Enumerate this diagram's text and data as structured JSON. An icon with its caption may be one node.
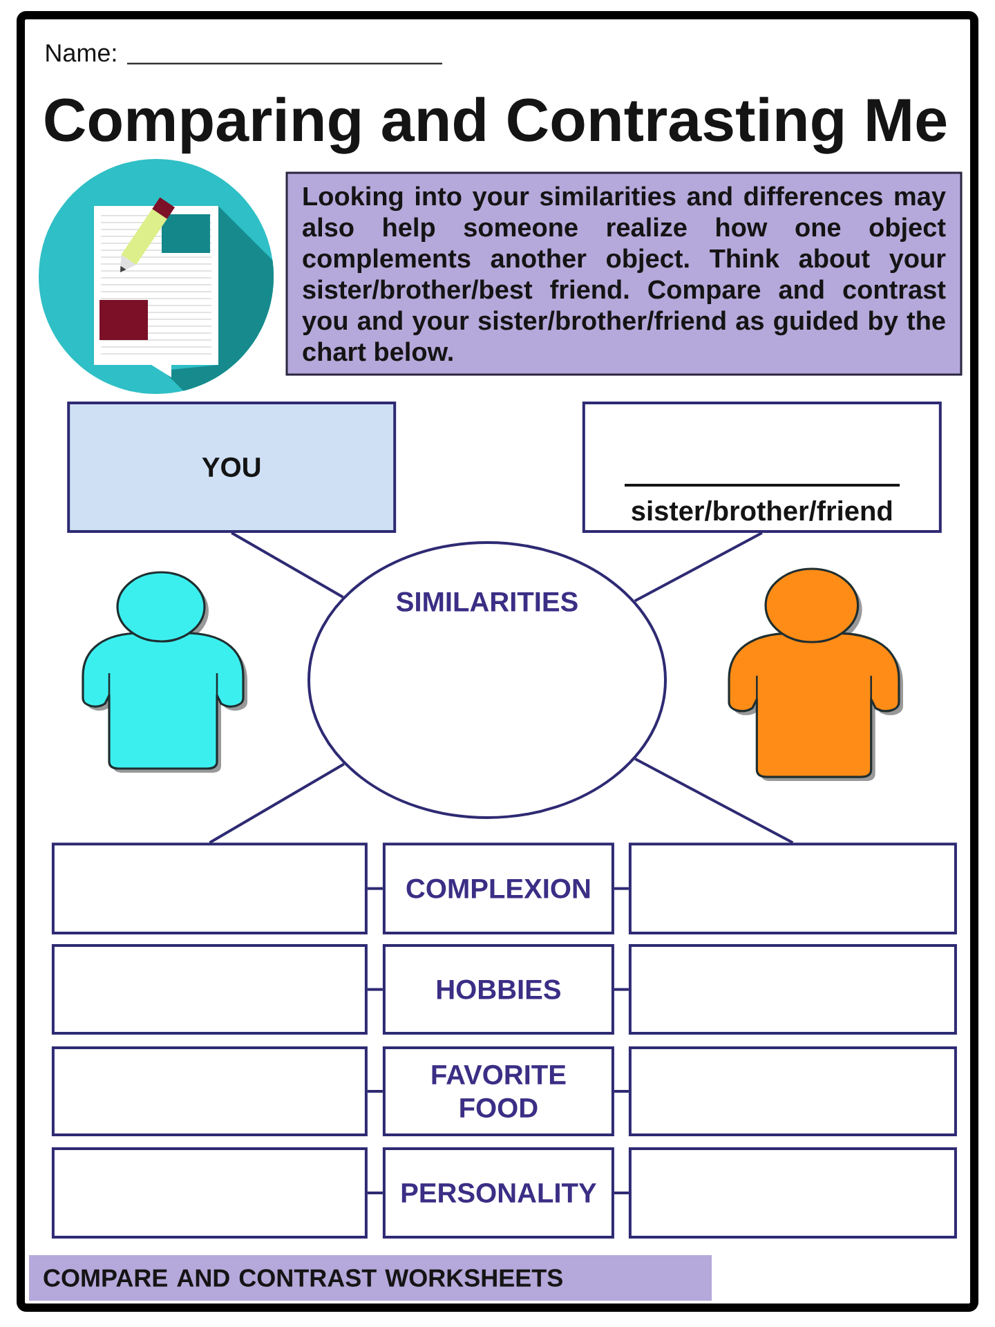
{
  "diagram": {
    "title": "Comparing and Contrasting Me",
    "nodes": [
      {
        "text": [
          "Looking into your similarities and differences may also help someone realize how one object complements another object. Think about your sister/brother/best friend. Compare and contrast you and your sister/brother/friend as guided by the chart below."
        ]
      },
      {
        "text": [
          "YOU"
        ]
      },
      {
        "text": [
          "sister/brother/friend"
        ]
      },
      {
        "text": [
          "SIMILARITIES"
        ]
      },
      {
        "text": [],
        "shape": "box"
      },
      {
        "text": [
          "COMPLEXION"
        ]
      },
      {
        "text": [],
        "shape": "box"
      },
      {
        "text": [],
        "shape": "box"
      },
      {
        "text": [
          "HOBBIES"
        ]
      },
      {
        "text": [],
        "shape": "box"
      },
      {
        "text": [],
        "shape": "box"
      },
      {
        "text": [
          "FAVORITE FOOD"
        ]
      },
      {
        "text": [],
        "shape": "box"
      },
      {
        "text": [],
        "shape": "box"
      },
      {
        "text": [
          "PERSONALITY"
        ]
      },
      {
        "text": [],
        "shape": "box"
      },
      {
        "text": [
          "COMPARE AND CONTRAST WORKSHEETS"
        ]
      }
    ],
    "edges": [
      {
        "from": 1,
        "to": 3,
        "arrow": "none"
      },
      {
        "from": 2,
        "to": 3,
        "arrow": "none"
      },
      {
        "from": 3,
        "to": 4,
        "arrow": "none"
      },
      {
        "from": 3,
        "to": 6,
        "arrow": "none"
      },
      {
        "from": 4,
        "to": 5,
        "arrow": "none"
      },
      {
        "from": 5,
        "to": 6,
        "arrow": "none"
      },
      {
        "from": 7,
        "to": 8,
        "arrow": "none"
      },
      {
        "from": 8,
        "to": 9,
        "arrow": "none"
      },
      {
        "from": 10,
        "to": 11,
        "arrow": "none"
      },
      {
        "from": 11,
        "to": 12,
        "arrow": "none"
      },
      {
        "from": 13,
        "to": 14,
        "arrow": "none"
      },
      {
        "from": 14,
        "to": 15,
        "arrow": "none"
      }
    ],
    "labels": [
      "Name:"
    ]
  }
}
